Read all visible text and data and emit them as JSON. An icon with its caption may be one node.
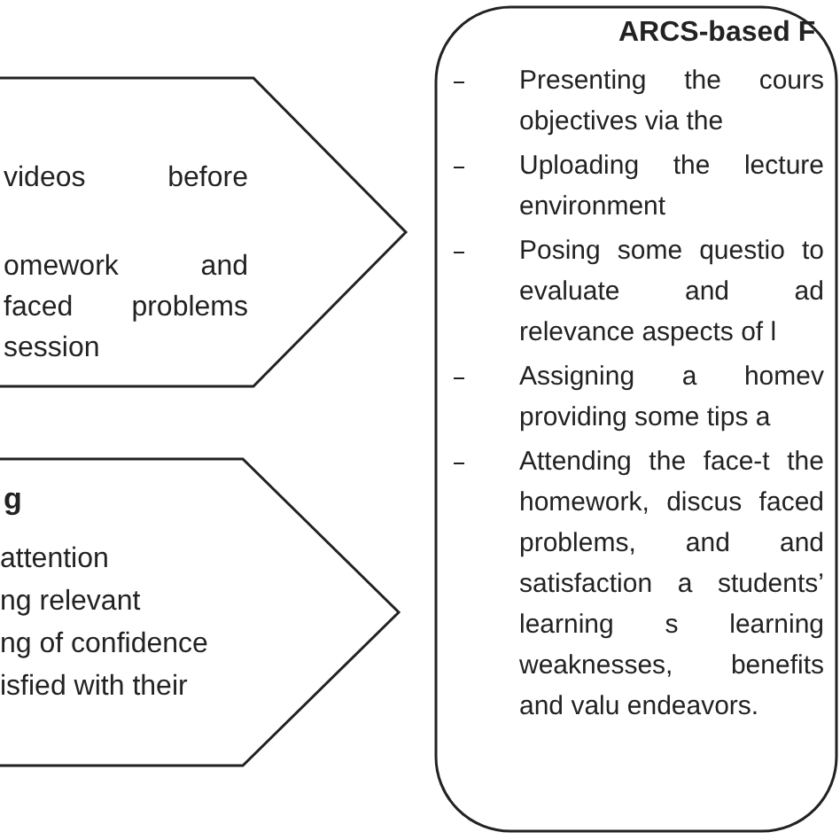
{
  "diagram": {
    "nodes": [
      {
        "text": [
          "videos before",
          "omework and faced problems session"
        ]
      },
      {
        "text": [
          "g",
          "attention",
          "ng relevant",
          "ng of confidence",
          "isfied with their"
        ]
      },
      {
        "text": [
          "ARCS-based F",
          "Presenting the cours objectives via the",
          "Uploading the lecture environment",
          "Posing some questio to evaluate and ad relevance aspects of l",
          "Assigning a homev providing some tips a",
          "Attending the face-t the homework, discus faced problems, and and satisfaction a students’ learning s learning weaknesses, benefits and valu endeavors."
        ]
      }
    ]
  }
}
